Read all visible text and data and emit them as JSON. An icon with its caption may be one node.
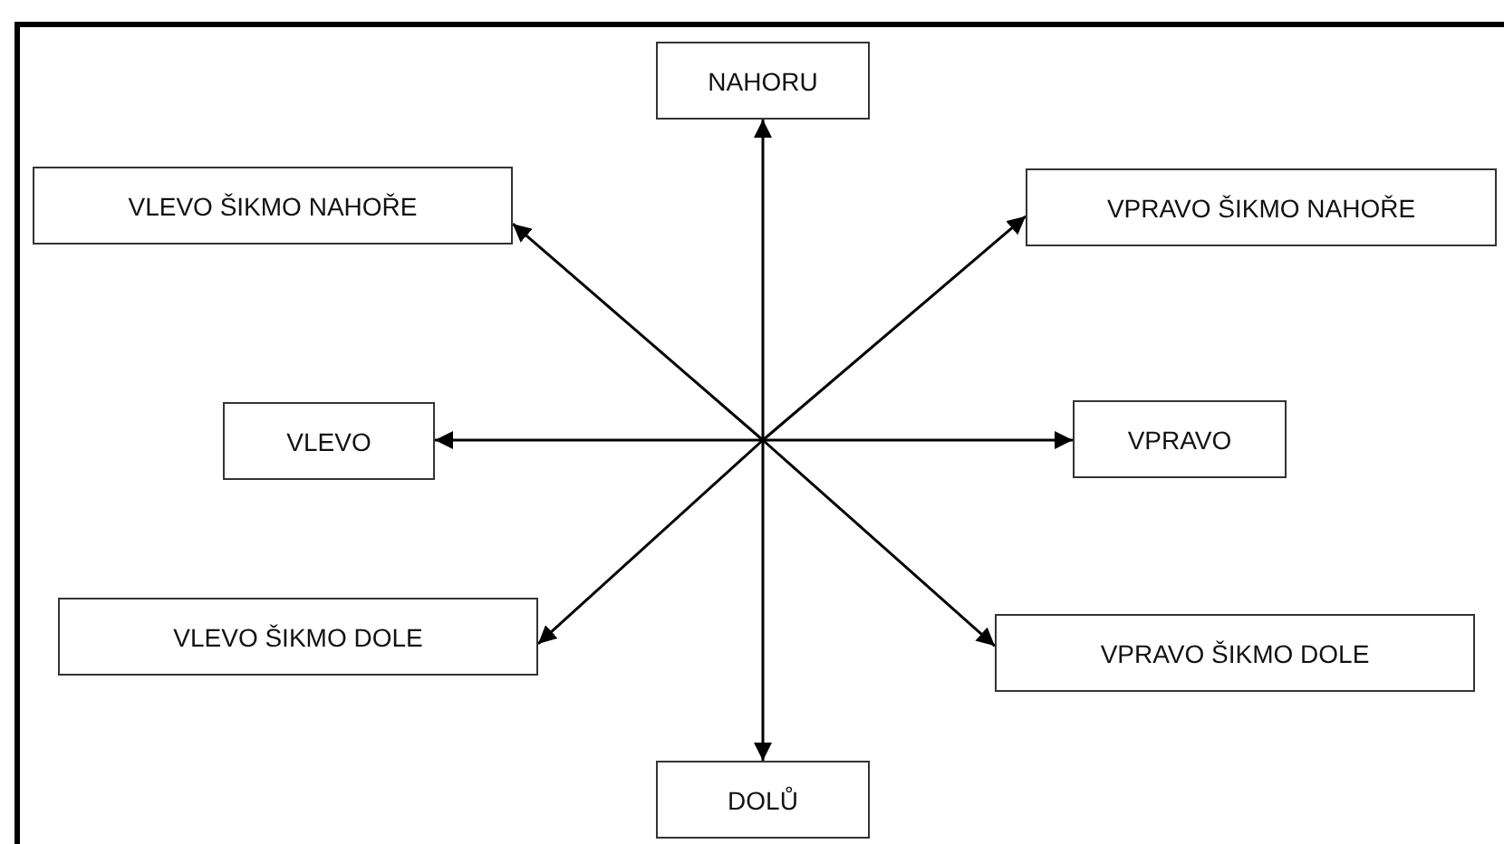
{
  "diagram": {
    "nodes": [
      {
        "text": [
          "NAHORU"
        ]
      },
      {
        "text": [
          "VLEVO ŠIKMO NAHOŘE"
        ]
      },
      {
        "text": [
          "VPRAVO ŠIKMO NAHOŘE"
        ]
      },
      {
        "text": [
          "VLEVO"
        ]
      },
      {
        "text": [
          "VPRAVO"
        ]
      },
      {
        "text": [
          "VLEVO ŠIKMO DOLE"
        ]
      },
      {
        "text": [
          "VPRAVO ŠIKMO DOLE"
        ]
      },
      {
        "text": [
          "DOLŮ"
        ]
      }
    ],
    "edges": [
      {
        "from": null,
        "to": 0,
        "arrow": "to"
      },
      {
        "from": null,
        "to": 1,
        "arrow": "to"
      },
      {
        "from": null,
        "to": 2,
        "arrow": "to"
      },
      {
        "from": null,
        "to": 3,
        "arrow": "to"
      },
      {
        "from": null,
        "to": 4,
        "arrow": "to"
      },
      {
        "from": null,
        "to": 5,
        "arrow": "to"
      },
      {
        "from": null,
        "to": 6,
        "arrow": "to"
      },
      {
        "from": null,
        "to": 7,
        "arrow": "to"
      }
    ]
  }
}
